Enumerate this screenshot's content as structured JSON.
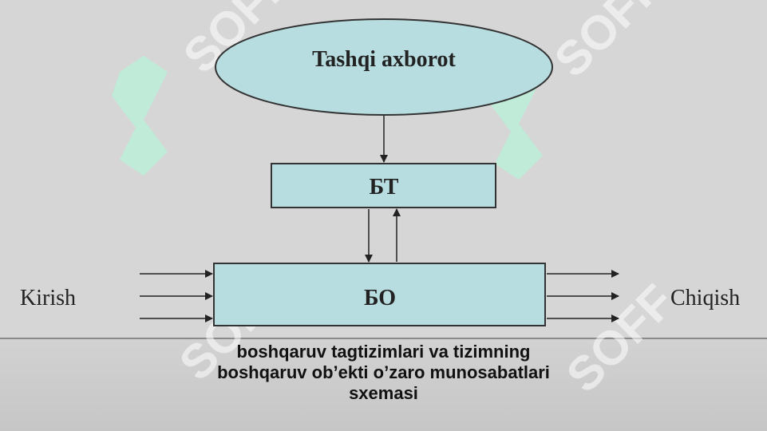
{
  "diagram": {
    "external_info": "Tashqi  axborot",
    "control_unit": "БТ",
    "control_object": "БО",
    "input_label": "Kirish",
    "output_label": "Chiqish"
  },
  "caption": {
    "line1": "boshqaruv tagtizimlari va tizimning",
    "line2": "boshqaruv ob’ekti o’zaro munosabatlari",
    "line3": "sxemasi"
  },
  "watermark": {
    "text": "SOFF"
  },
  "colors": {
    "background": "#d6d6d6",
    "node_fill": "#b7dde0",
    "node_stroke": "#333333"
  }
}
